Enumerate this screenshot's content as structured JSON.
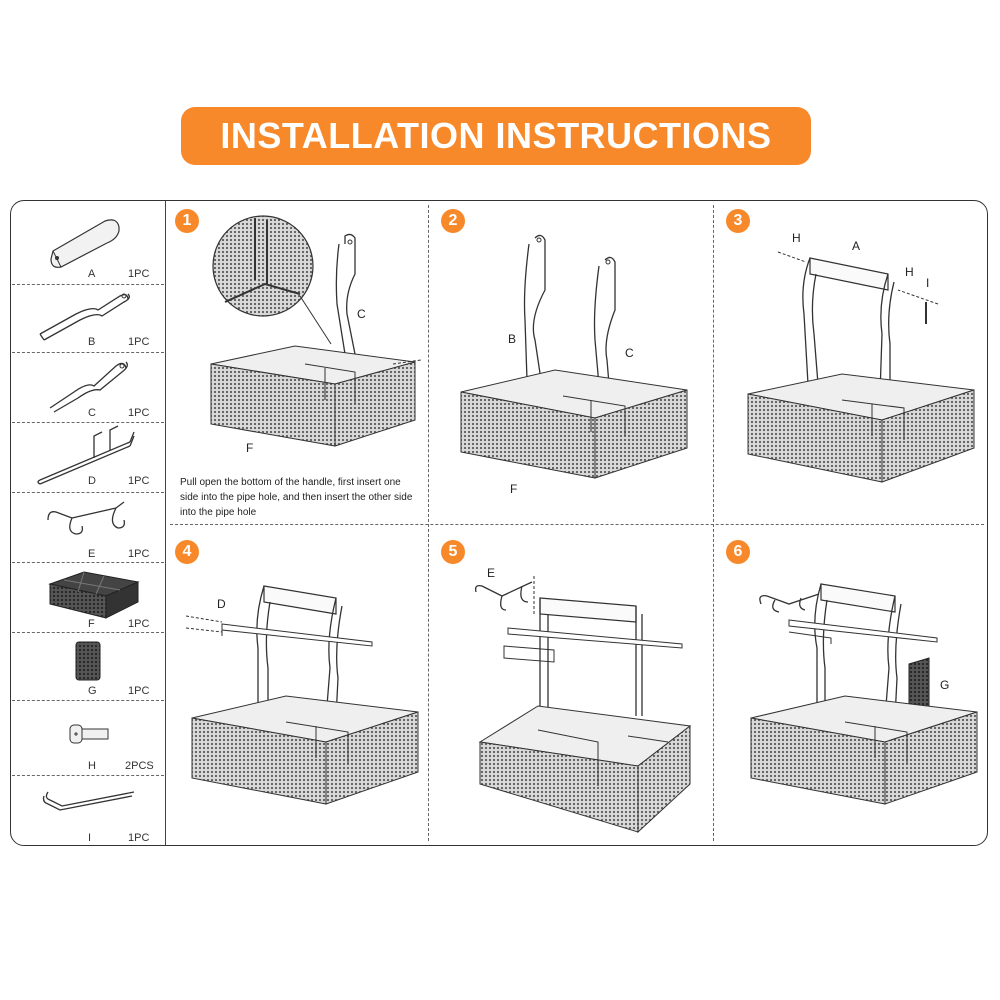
{
  "title": "INSTALLATION INSTRUCTIONS",
  "parts": [
    {
      "letter": "A",
      "qty": "1PC",
      "icon": "handle-grip-icon"
    },
    {
      "letter": "B",
      "qty": "1PC",
      "icon": "handle-frame-b-icon"
    },
    {
      "letter": "C",
      "qty": "1PC",
      "icon": "handle-frame-c-icon"
    },
    {
      "letter": "D",
      "qty": "1PC",
      "icon": "towel-bar-icon"
    },
    {
      "letter": "E",
      "qty": "1PC",
      "icon": "hook-icon"
    },
    {
      "letter": "F",
      "qty": "1PC",
      "icon": "basket-icon"
    },
    {
      "letter": "G",
      "qty": "1PC",
      "icon": "mesh-panel-icon"
    },
    {
      "letter": "H",
      "qty": "2PCS",
      "icon": "screw-icon"
    },
    {
      "letter": "I",
      "qty": "1PC",
      "icon": "hex-key-icon"
    }
  ],
  "steps": [
    {
      "number": "1",
      "labels": [
        "C",
        "F"
      ],
      "note": "Pull open the bottom of the handle, first insert one side into the pipe hole, and then insert the other side into the pipe hole"
    },
    {
      "number": "2",
      "labels": [
        "B",
        "C",
        "F"
      ]
    },
    {
      "number": "3",
      "labels": [
        "H",
        "A",
        "H",
        "I"
      ]
    },
    {
      "number": "4",
      "labels": [
        "D"
      ]
    },
    {
      "number": "5",
      "labels": [
        "E"
      ]
    },
    {
      "number": "6",
      "labels": [
        "G"
      ]
    }
  ],
  "colors": {
    "accent": "#f7892a",
    "line": "#333333",
    "mesh": "#777777"
  }
}
